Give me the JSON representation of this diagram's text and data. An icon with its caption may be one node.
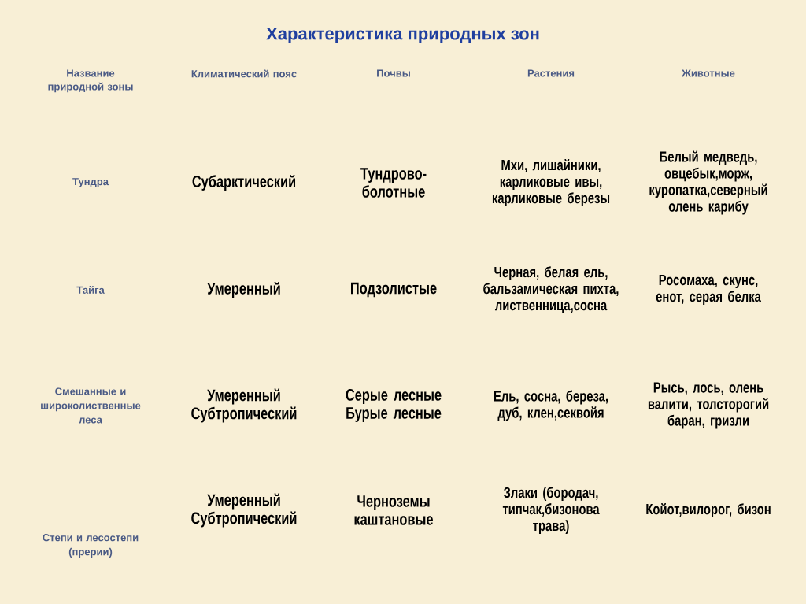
{
  "diagram": {
    "title": "Характеристика природных зон",
    "labels": [
      "Название природной зоны",
      "Климатический пояс",
      "Почвы",
      "Растения",
      "Животные",
      "Тундра",
      "Субарктический",
      "Тундрово-болотные",
      "Мхи, лишайники, карликовые ивы, карликовые березы",
      "Белый медведь, овцебык,морж, куропатка,северный олень карибу",
      "Тайга",
      "Умеренный",
      "Подзолистые",
      "Черная, белая ель, бальзамическая пихта, лиственница,сосна",
      "Росомаха, скунс, енот, серая белка",
      "Смешанные и широколиственные леса",
      "Умеренный Субтропический",
      "Серые лесные Бурые лесные",
      "Ель, сосна, береза, дуб, клен,секвойя",
      "Рысь, лось, олень валити, толсторогий баран, гризли",
      "Степи и лесостепи (прерии)",
      "Умеренный Субтропический",
      "Черноземы каштановые",
      "Злаки (бородач, типчак,бизонова трава)",
      "Койот,вилорог, бизон"
    ]
  }
}
